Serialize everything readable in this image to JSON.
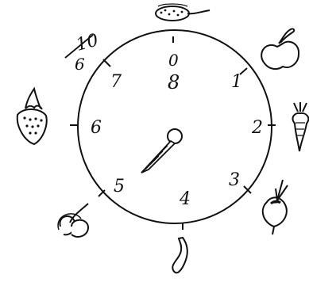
{
  "clock": {
    "numbers": [
      "0",
      "1",
      "2",
      "3",
      "4",
      "5",
      "6",
      "7"
    ],
    "top_lower": "8",
    "outer_top_left": "10",
    "outer_top_left_small": "6"
  },
  "icons": {
    "top": "cucumber-icon",
    "top_right": "apple-icon",
    "right": "radish-icon",
    "bottom_right": "beet-icon",
    "bottom": "banana-icon",
    "bottom_left": "cherries-icon",
    "left": "strawberry-icon",
    "top_left": "pea-pod-icon"
  },
  "colors": {
    "ink": "#111111",
    "background": "#ffffff"
  }
}
